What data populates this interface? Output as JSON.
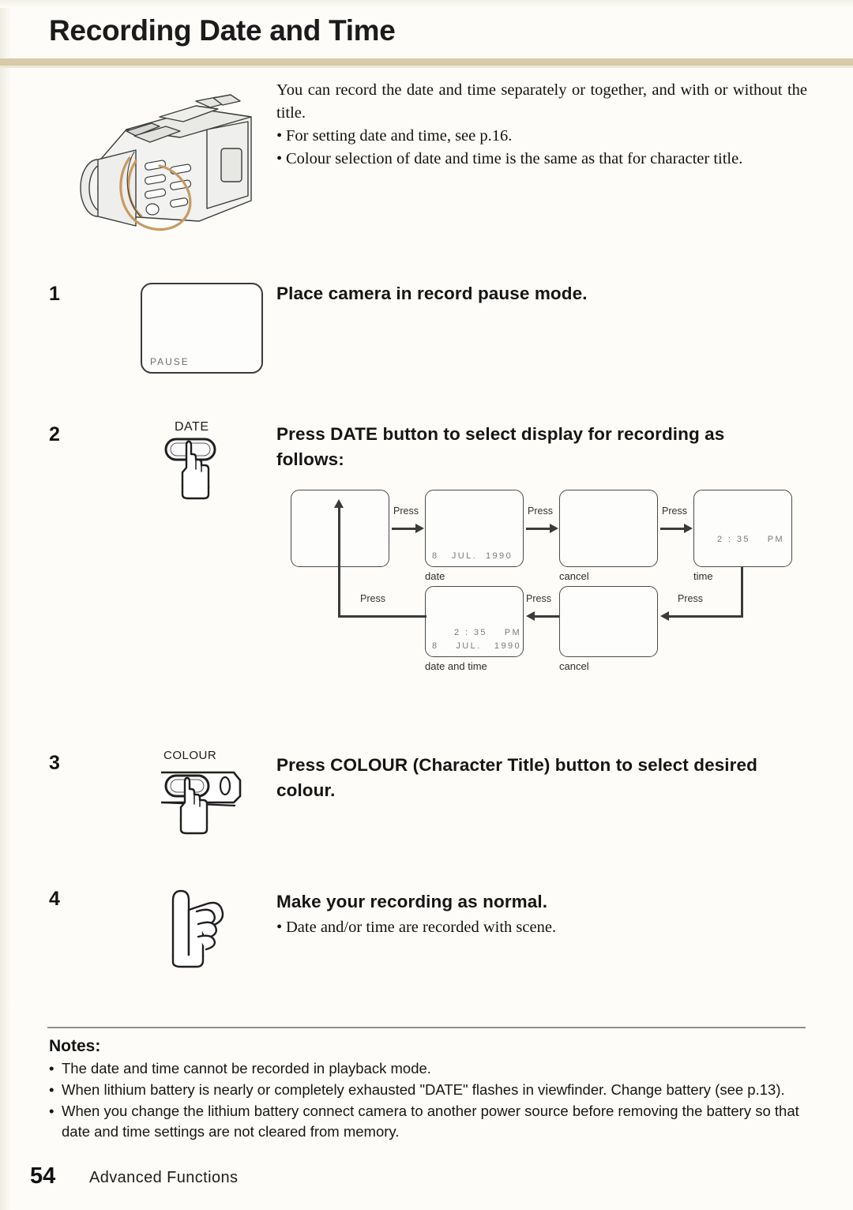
{
  "page": {
    "title": "Recording Date and Time",
    "folio_number": "54",
    "folio_section": "Advanced Functions",
    "accent_rule_color": "#d8c9a8",
    "background_color": "#fdfcf8"
  },
  "intro": {
    "paragraph": "You can record the date and time separately or together, and with or without the title.",
    "bullets": [
      "For setting date and time, see p.16.",
      "Colour selection of date and time is the same as that for character title."
    ]
  },
  "illustration": {
    "camera": "camcorder-illustration",
    "strap_color": "#c89a62"
  },
  "steps": [
    {
      "number": "1",
      "heading": "Place camera in record pause mode.",
      "viewfinder_text": "PAUSE"
    },
    {
      "number": "2",
      "heading": "Press DATE button to select display for recording as follows:",
      "button_label": "DATE"
    },
    {
      "number": "3",
      "heading": "Press COLOUR (Character Title) button to select desired colour.",
      "button_label": "COLOUR"
    },
    {
      "number": "4",
      "heading": "Make your recording as normal.",
      "bullets": [
        "Date and/or time are recorded with scene."
      ]
    }
  ],
  "flow_diagram": {
    "press_label": "Press",
    "screens": [
      {
        "id": "blank-top",
        "caption": "",
        "osd_line1": "",
        "osd_line2": ""
      },
      {
        "id": "date",
        "caption": "date",
        "osd_line1": "8   JUL.  1990",
        "osd_line2": ""
      },
      {
        "id": "cancel-top",
        "caption": "cancel",
        "osd_line1": "",
        "osd_line2": ""
      },
      {
        "id": "time",
        "caption": "time",
        "osd_line1": "2 : 35    PM",
        "osd_line2": ""
      },
      {
        "id": "date-and-time",
        "caption": "date and time",
        "osd_line1": "2 : 35    PM",
        "osd_line2": "8    JUL.   1990"
      },
      {
        "id": "cancel-bottom",
        "caption": "cancel",
        "osd_line1": "",
        "osd_line2": ""
      }
    ],
    "transitions": [
      "Press",
      "Press",
      "Press",
      "Press",
      "Press",
      "Press"
    ]
  },
  "notes": {
    "title": "Notes:",
    "items": [
      "The date and time cannot be recorded in playback mode.",
      "When lithium battery is nearly or completely exhausted \"DATE\" flashes in viewfinder. Change battery (see p.13).",
      "When you change the lithium battery connect camera to another power source before removing the battery so that date and time settings are not cleared from memory."
    ]
  }
}
